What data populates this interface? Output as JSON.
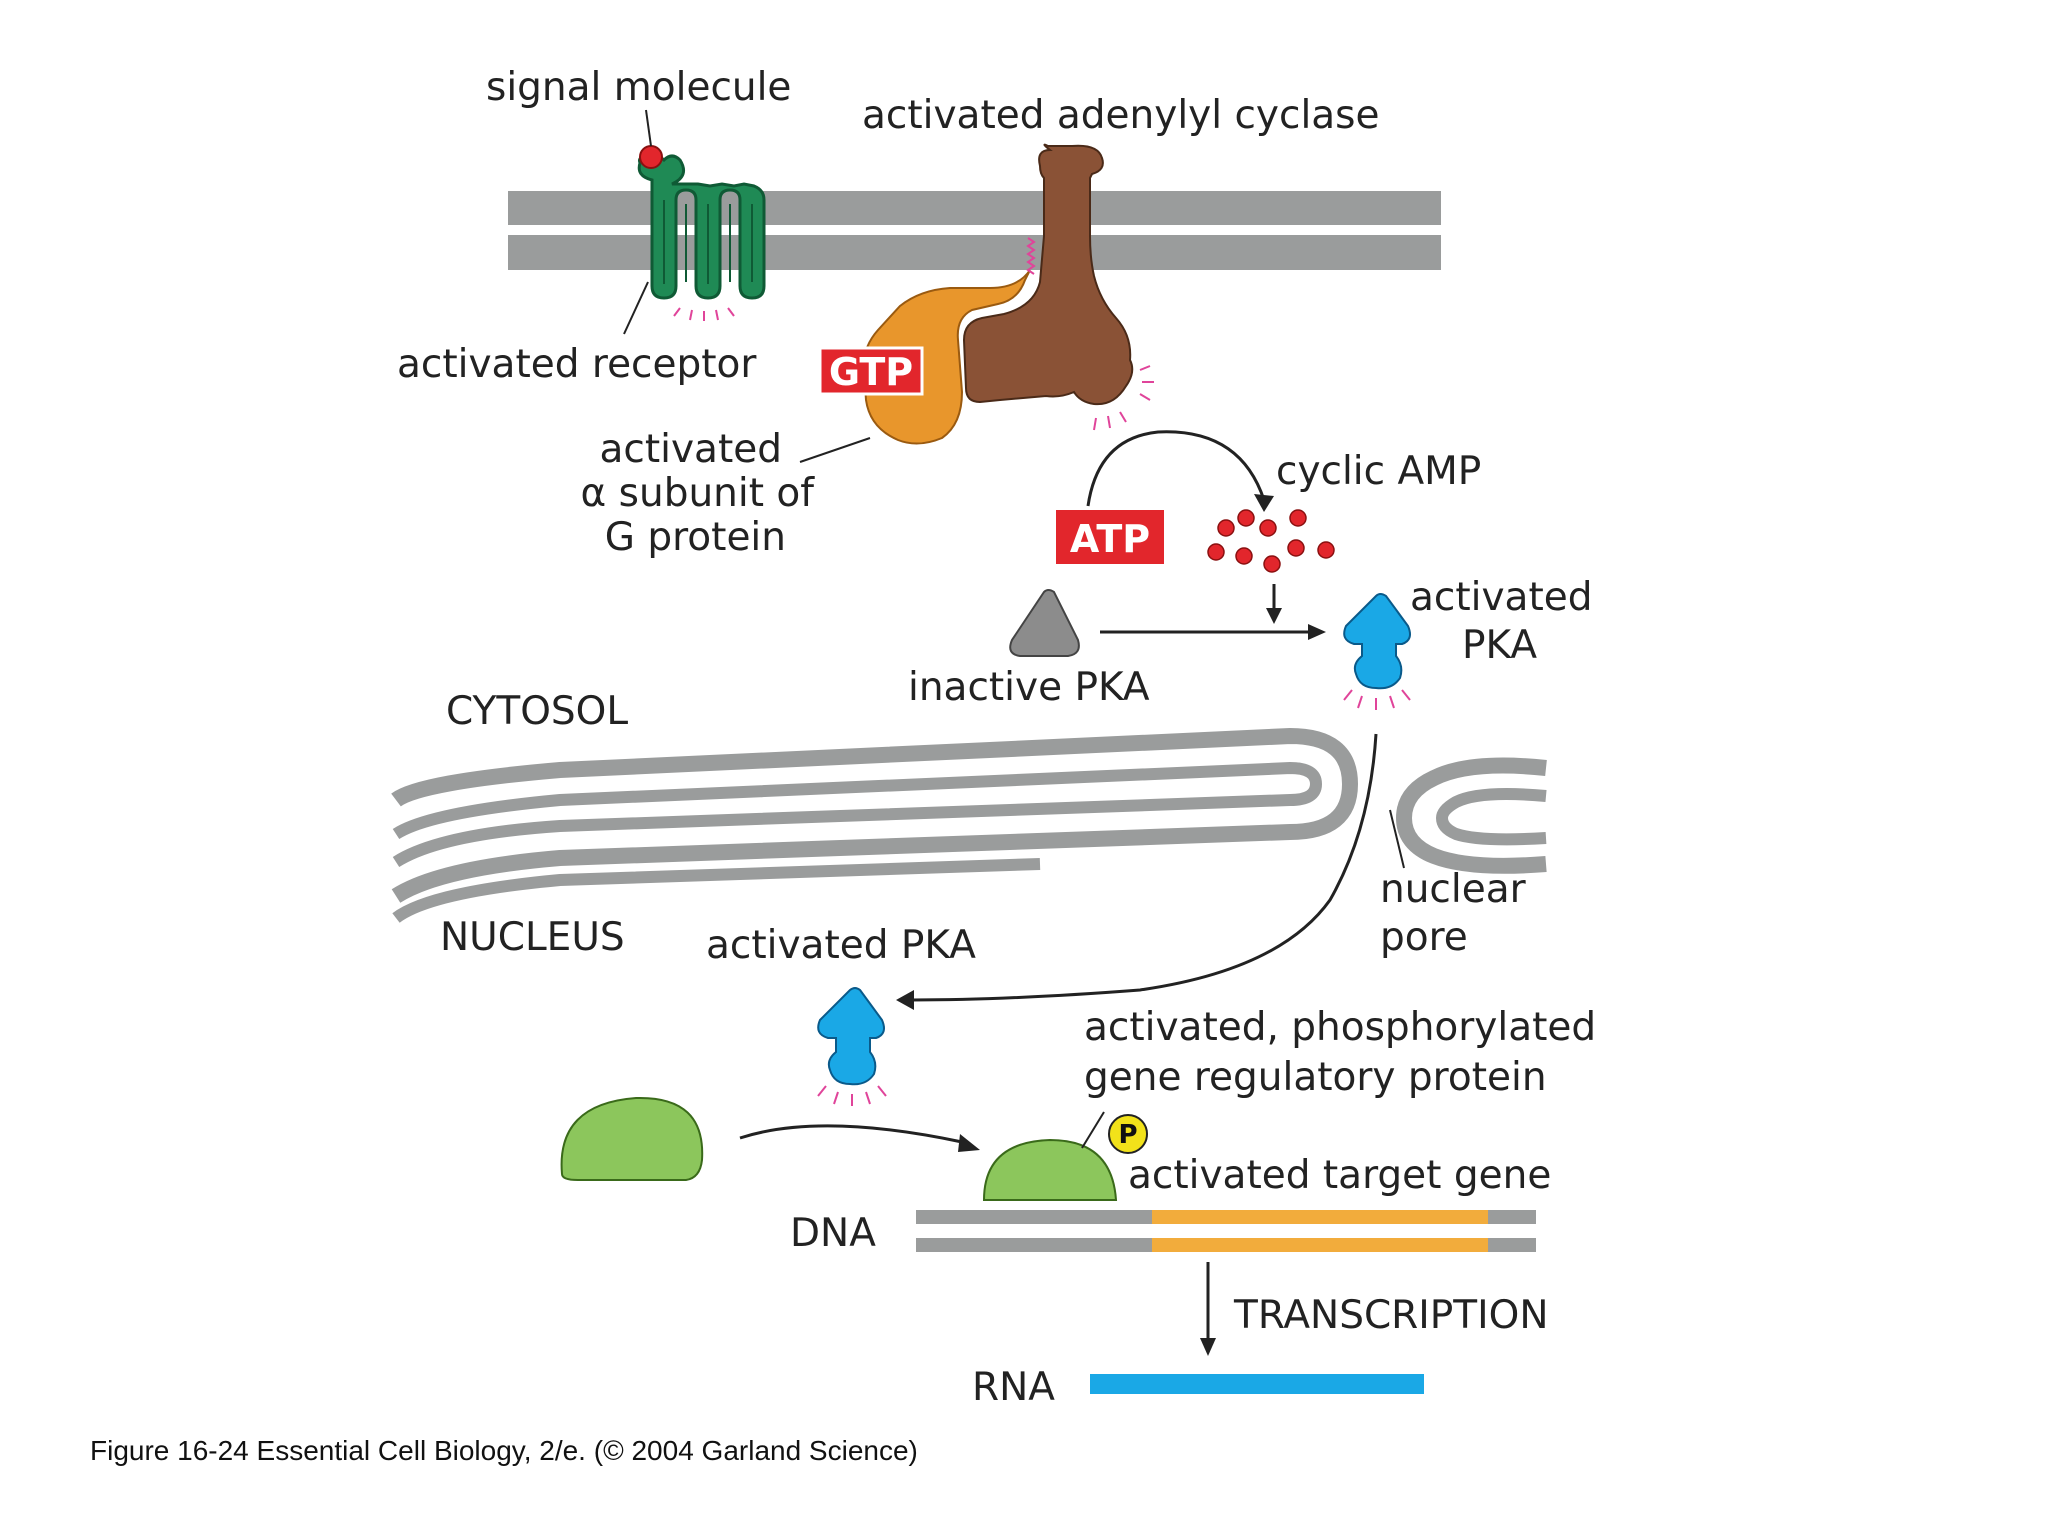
{
  "labels": {
    "signal_molecule": "signal molecule",
    "activated_adenylyl_cyclase": "activated adenylyl cyclase",
    "activated_receptor": "activated receptor",
    "gtp": "GTP",
    "activated_alpha_line1": "activated",
    "activated_alpha_line2": "α subunit of",
    "activated_alpha_line3": "G protein",
    "atp": "ATP",
    "cyclic_amp": "cyclic AMP",
    "activated_pka_top_line1": "activated",
    "activated_pka_top_line2": "PKA",
    "inactive_pka": "inactive PKA",
    "cytosol": "CYTOSOL",
    "nucleus": "NUCLEUS",
    "nuclear_pore_line1": "nuclear",
    "nuclear_pore_line2": "pore",
    "activated_pka_nucleus": "activated PKA",
    "phospho_protein_line1": "activated, phosphorylated",
    "phospho_protein_line2": "gene regulatory protein",
    "phosphate": "P",
    "activated_target_gene": "activated target gene",
    "dna": "DNA",
    "transcription": "TRANSCRIPTION",
    "rna": "RNA"
  },
  "caption": "Figure 16-24  Essential Cell Biology, 2/e. (© 2004 Garland Science)",
  "colors": {
    "membrane": "#9a9c9c",
    "receptor": "#1f8a55",
    "signal": "#e2262c",
    "cyclase": "#8a5236",
    "g_alpha": "#e8962c",
    "red_box": "#e2262c",
    "pka_active": "#1aa8e6",
    "pka_inactive": "#8c8c8c",
    "gene_protein": "#8cc65c",
    "gene_segment": "#f2ac3c",
    "rna": "#1aa8e6",
    "phosphate": "#f2e21a"
  }
}
